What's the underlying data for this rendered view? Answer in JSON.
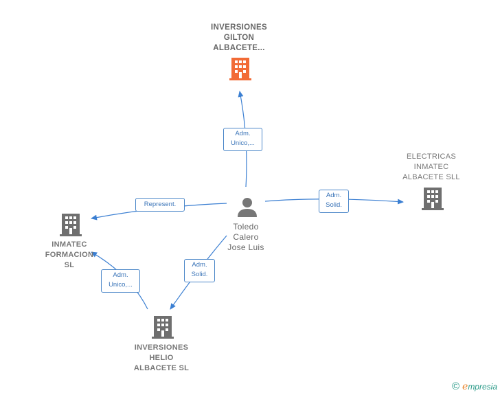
{
  "colors": {
    "edge": "#3b7fd2",
    "main_company": "#f26b36",
    "company": "#6f6f6f",
    "person": "#777777",
    "label_border": "#4a86c8",
    "label_text": "#3a74b8"
  },
  "nodes": {
    "main": {
      "lines": [
        "INVERSIONES",
        "GILTON",
        "ALBACETE..."
      ],
      "icon": "building-icon"
    },
    "electricas": {
      "lines": [
        "ELECTRICAS",
        "INMATEC",
        "ALBACETE SLL"
      ],
      "icon": "building-icon"
    },
    "inmatec": {
      "lines": [
        "INMATEC",
        "FORMACION",
        "SL"
      ],
      "icon": "building-icon"
    },
    "helio": {
      "lines": [
        "INVERSIONES",
        "HELIO",
        "ALBACETE  SL"
      ],
      "icon": "building-icon"
    },
    "person": {
      "lines": [
        "Toledo",
        "Calero",
        "Jose Luis"
      ],
      "icon": "person-icon"
    }
  },
  "edges": {
    "to_main": {
      "lines": [
        "Adm.",
        "Unico,..."
      ]
    },
    "to_electricas": {
      "lines": [
        "Adm.",
        "Solid."
      ]
    },
    "to_inmatec": {
      "lines": [
        "Represent."
      ]
    },
    "to_helio": {
      "lines": [
        "Adm.",
        "Solid."
      ]
    },
    "helio_to_inmatec": {
      "lines": [
        "Adm.",
        "Unico,..."
      ]
    }
  },
  "brand": {
    "copyright": "©",
    "initial": "e",
    "name": "mpresia"
  }
}
